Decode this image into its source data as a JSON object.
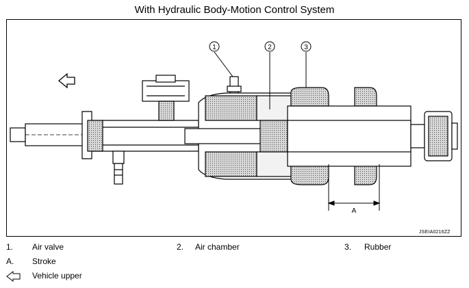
{
  "title": "With Hydraulic Body-Motion Control System",
  "image_code": "JSEIA0216ZZ",
  "callouts": [
    "1",
    "2",
    "3"
  ],
  "dimension_label": "A",
  "legend": [
    {
      "num": "1.",
      "text": "Air valve"
    },
    {
      "num": "2.",
      "text": "Air chamber"
    },
    {
      "num": "3.",
      "text": "Rubber"
    },
    {
      "num": "A.",
      "text": "Stroke"
    },
    {
      "num": "",
      "text": "Vehicle upper",
      "icon": "arrow-left-outline"
    }
  ]
}
